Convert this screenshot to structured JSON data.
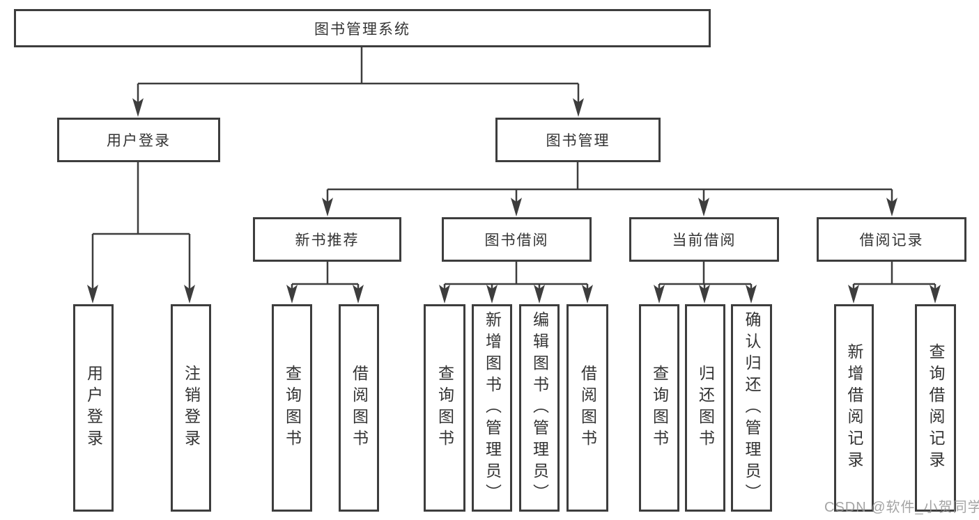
{
  "diagram": {
    "root": {
      "label": "图书管理系统"
    },
    "branches": [
      {
        "label": "用户登录",
        "children": [
          {
            "label": "用户登录"
          },
          {
            "label": "注销登录"
          }
        ]
      },
      {
        "label": "图书管理",
        "children": [
          {
            "label": "新书推荐",
            "children": [
              {
                "label": "查询图书"
              },
              {
                "label": "借阅图书"
              }
            ]
          },
          {
            "label": "图书借阅",
            "children": [
              {
                "label": "查询图书"
              },
              {
                "label": "新增图书（管理员）"
              },
              {
                "label": "编辑图书（管理员）"
              },
              {
                "label": "借阅图书"
              }
            ]
          },
          {
            "label": "当前借阅",
            "children": [
              {
                "label": "查询图书"
              },
              {
                "label": "归还图书"
              },
              {
                "label": "确认归还（管理员）"
              }
            ]
          },
          {
            "label": "借阅记录",
            "children": [
              {
                "label": "新增借阅记录"
              },
              {
                "label": "查询借阅记录"
              }
            ]
          }
        ]
      }
    ],
    "line_color": "#3d3d3d",
    "watermark": "CSDN @软件_小贺同学"
  }
}
